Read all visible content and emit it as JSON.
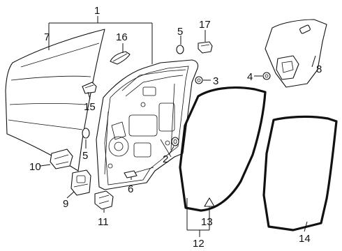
{
  "diagram": {
    "callouts": {
      "c1": "1",
      "c2": "2",
      "c3": "3",
      "c4": "4",
      "c5a": "5",
      "c5b": "5",
      "c6": "6",
      "c7": "7",
      "c8": "8",
      "c9": "9",
      "c10": "10",
      "c11": "11",
      "c12": "12",
      "c13": "13",
      "c14": "14",
      "c15": "15",
      "c16": "16",
      "c17": "17"
    }
  }
}
